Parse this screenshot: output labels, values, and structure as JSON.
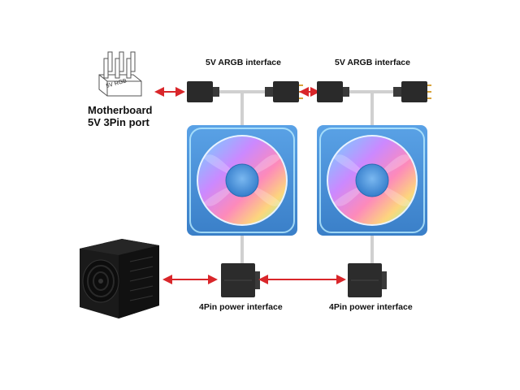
{
  "labels": {
    "argb_left": "5V ARGB interface",
    "argb_right": "5V ARGB interface",
    "power_left": "4Pin power interface",
    "power_right": "4Pin power interface",
    "motherboard_line1": "Motherboard",
    "motherboard_line2": "5V 3Pin port",
    "header_marking": "5V RGB"
  },
  "colors": {
    "arrow": "#d9262a",
    "fan_frame": "#4a90d6",
    "fan_hub": "#3f8ad8",
    "connector": "#2a2a2a",
    "cable": "#d0d0d0",
    "psu": "#1a1a1a"
  },
  "icons": {
    "motherboard_header": "3pin-header-icon",
    "psu": "power-supply-icon",
    "fan": "argb-fan-icon",
    "connector": "connector-icon"
  }
}
